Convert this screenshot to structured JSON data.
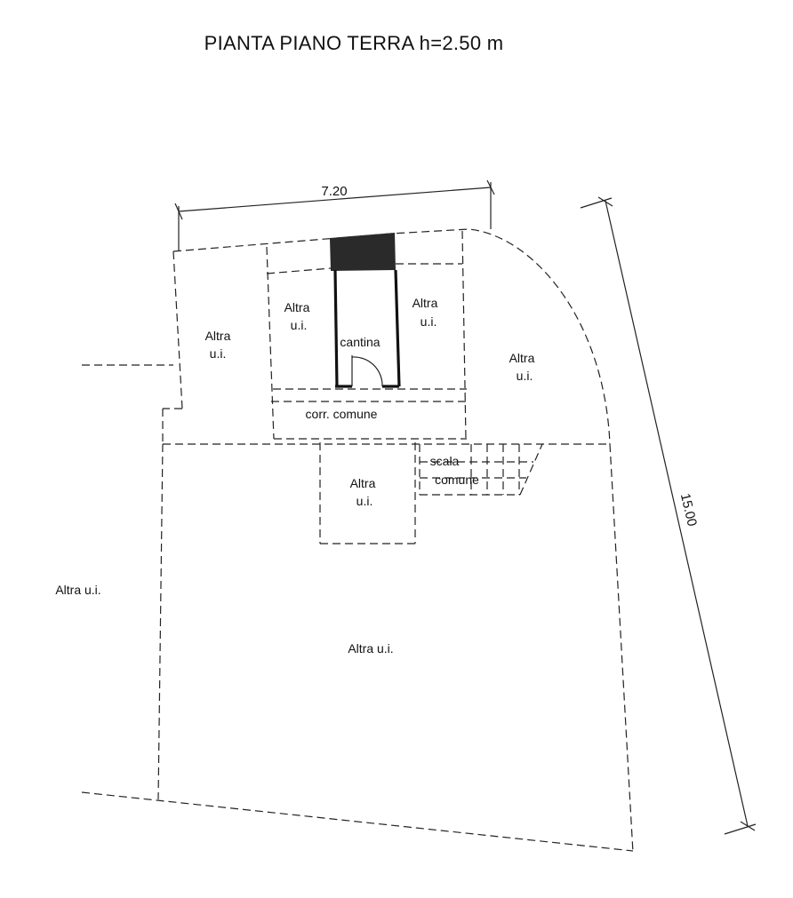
{
  "title": "PIANTA PIANO TERRA h=2.50 m",
  "dimensions": {
    "width": "7.20",
    "depth": "15.00"
  },
  "rooms": {
    "left_top": [
      "Altra",
      "u.i."
    ],
    "mid_left": [
      "Altra",
      "u.i."
    ],
    "cantina": "cantina",
    "mid_right": [
      "Altra",
      "u.i."
    ],
    "right": [
      "Altra",
      "u.i."
    ],
    "corridor": "corr. comune",
    "scala": [
      "scala",
      "comune"
    ],
    "center": [
      "Altra",
      "u.i."
    ],
    "outer_left": "Altra u.i.",
    "bottom": "Altra u.i."
  }
}
